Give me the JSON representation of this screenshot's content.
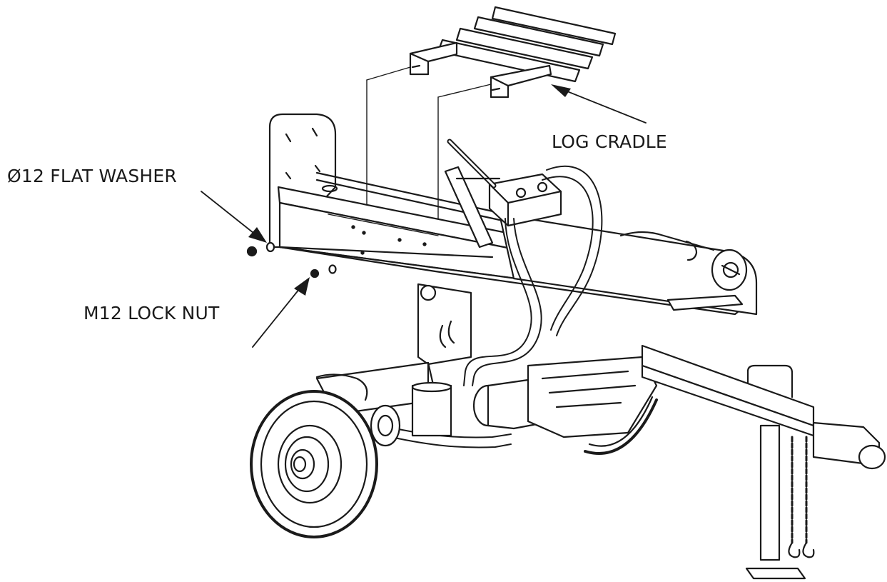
{
  "labels": {
    "flat_washer": "Ø12 FLAT WASHER",
    "log_cradle": "LOG CRADLE",
    "lock_nut": "M12 LOCK NUT"
  },
  "colors": {
    "ink": "#1a1a1a",
    "background": "#ffffff"
  }
}
